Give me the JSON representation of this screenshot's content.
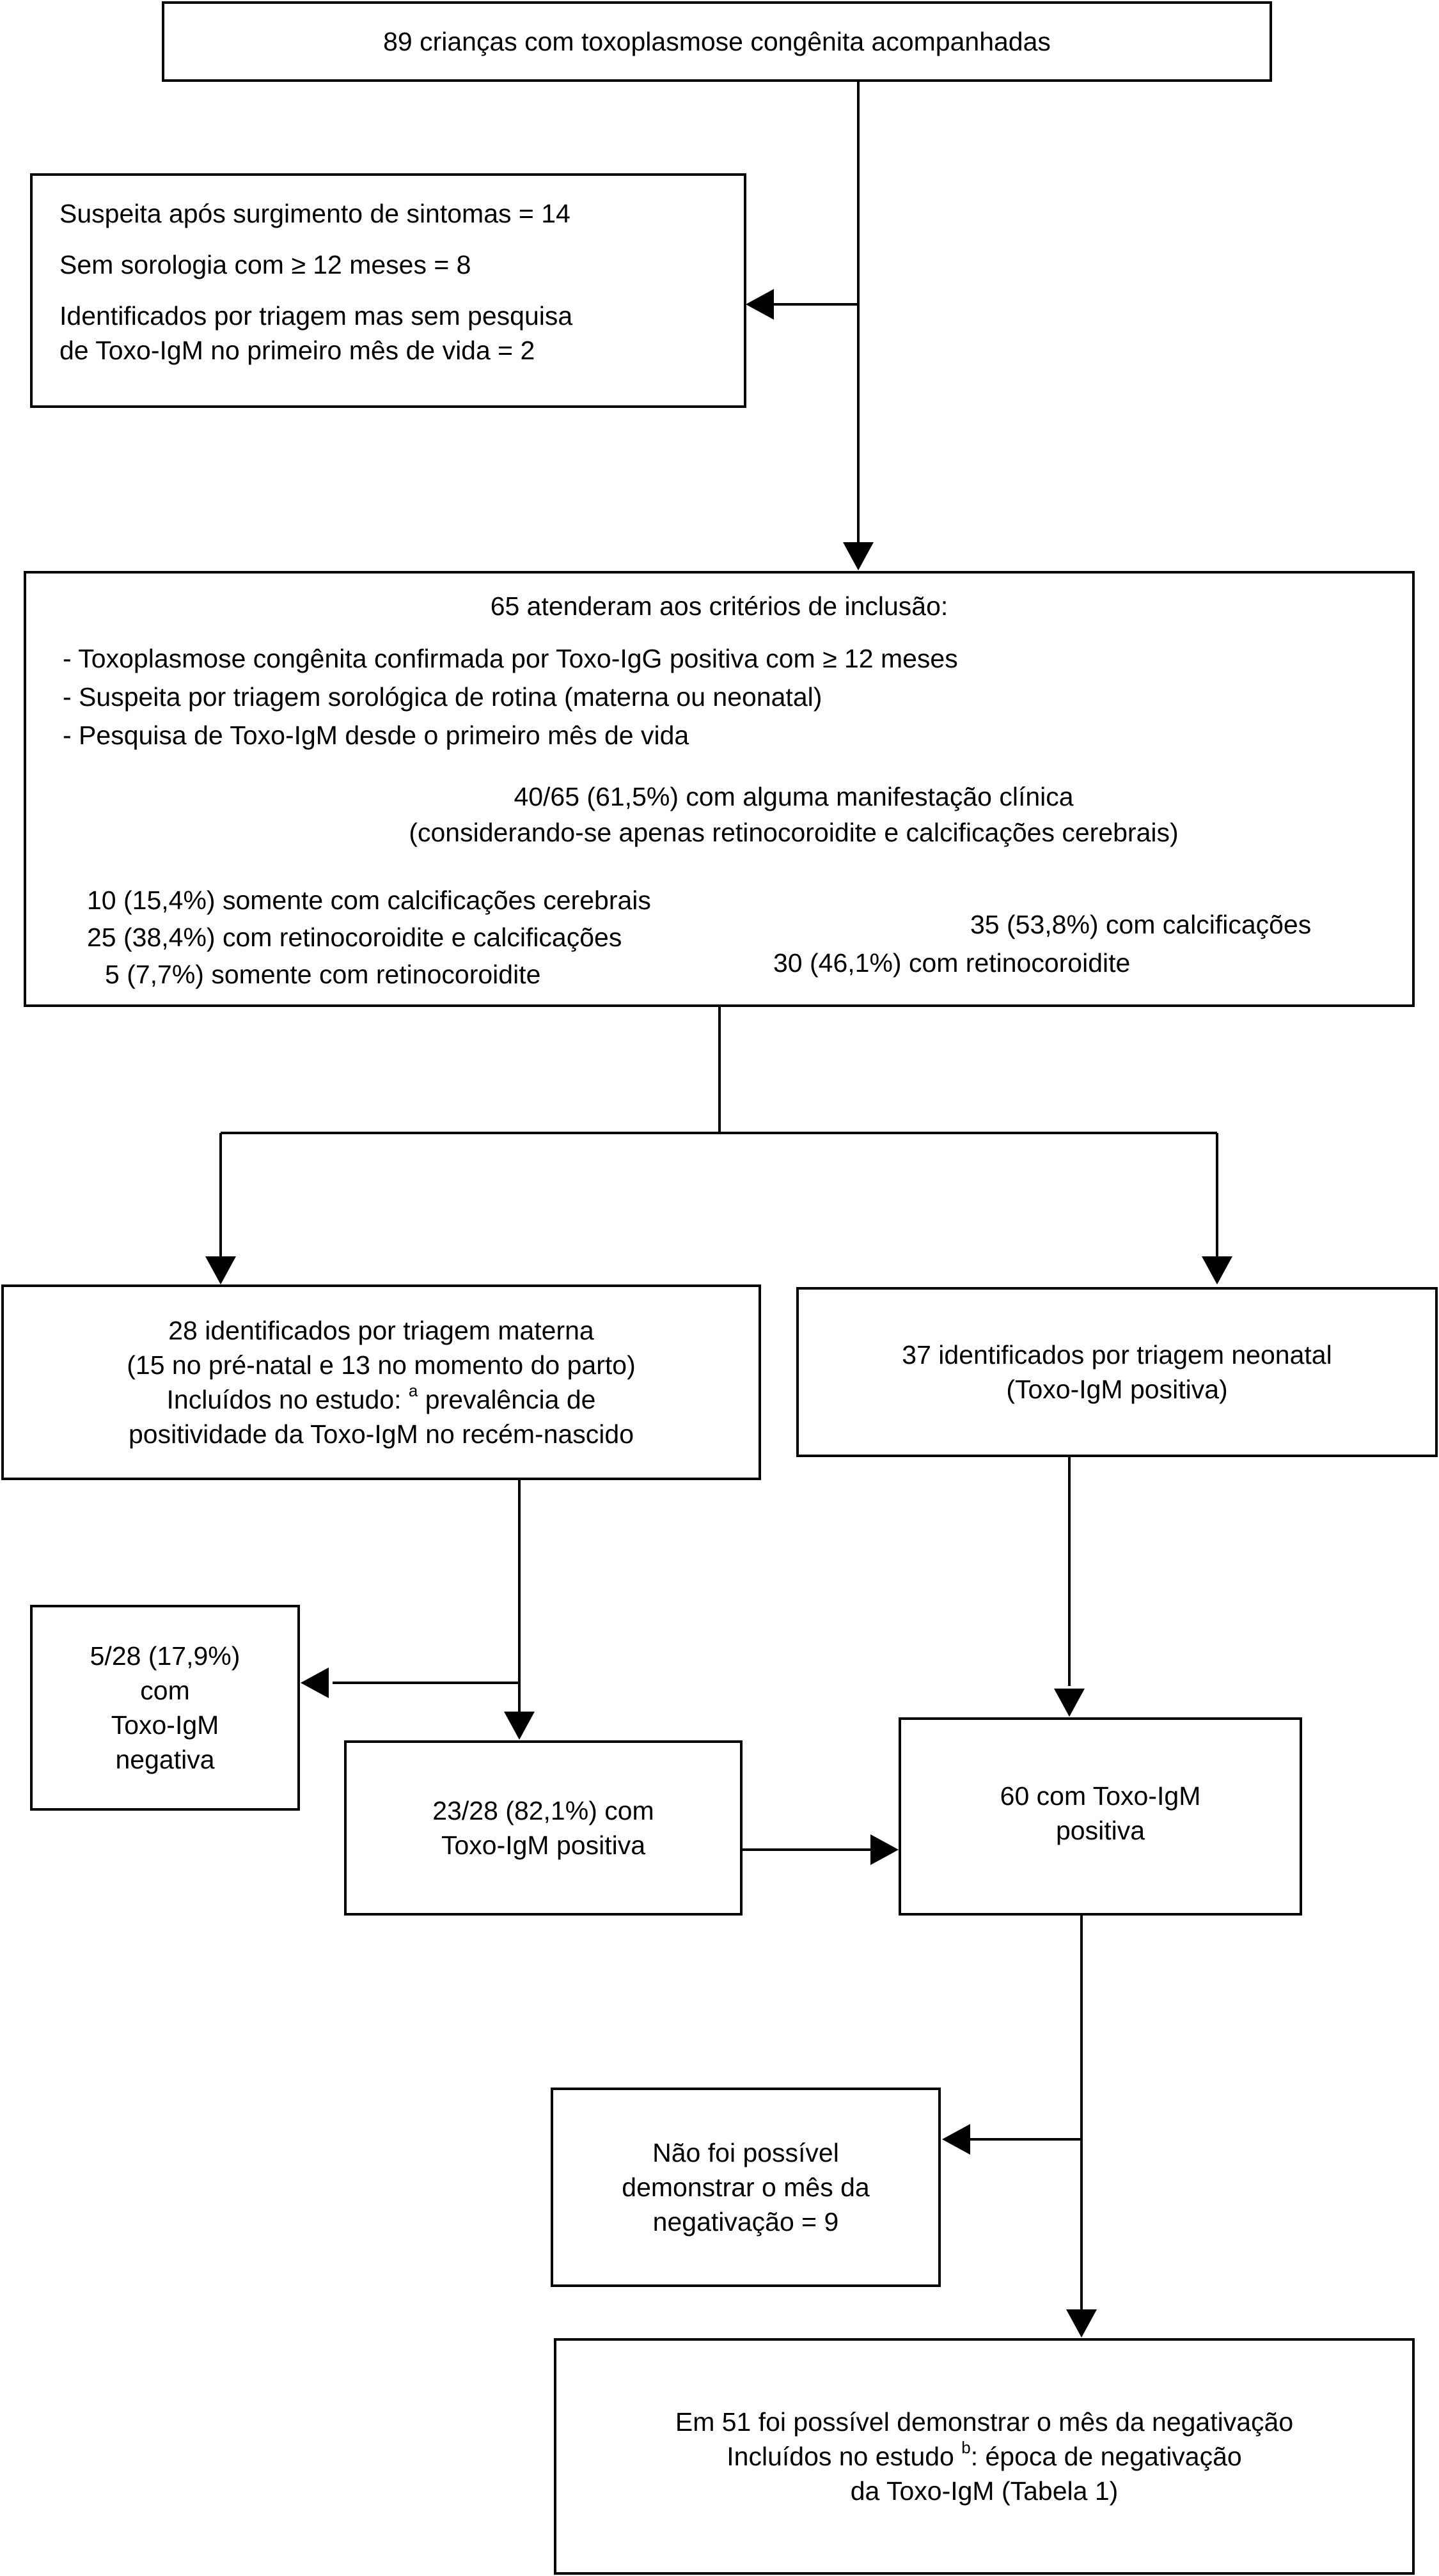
{
  "box_total": "89 crianças com toxoplasmose congênita acompanhadas",
  "box_excluded": {
    "line1": "Suspeita após surgimento de sintomas = 14",
    "line2": "Sem sorologia com ≥ 12 meses = 8",
    "line3a": "Identificados por triagem mas sem pesquisa",
    "line3b": "de Toxo-IgM no primeiro mês de vida = 2"
  },
  "box_inclusion": {
    "title": "65 atenderam aos critérios de inclusão:",
    "criteria": [
      "- Toxoplasmose congênita confirmada por Toxo-IgG positiva com ≥ 12 meses",
      "- Suspeita por triagem sorológica de rotina (materna ou neonatal)",
      "- Pesquisa de Toxo-IgM desde o primeiro mês de vida"
    ],
    "manifest1": "40/65 (61,5%) com alguma manifestação clínica",
    "manifest2": "(considerando-se apenas retinocoroidite e calcificações cerebrais)",
    "item_calc": "10 (15,4%) somente com calcificações cerebrais",
    "item_both": "25 (38,4%) com retinocoroidite e calcificações",
    "item_retino": "5 (7,7%) somente com retinocoroidite",
    "sum_calc": "35 (53,8%) com calcificações",
    "sum_retino": "30 (46,1%) com retinocoroidite"
  },
  "box_maternal": {
    "line1": "28 identificados por triagem materna",
    "line2": "(15 no pré-natal e 13 no momento do parto)",
    "line3a": "Incluídos no estudo: ",
    "line3sup": "a",
    "line3b": " prevalência de",
    "line4": "positividade da Toxo-IgM no recém-nascido"
  },
  "box_neonatal": {
    "line1": "37 identificados por triagem neonatal",
    "line2": "(Toxo-IgM positiva)"
  },
  "box_igm_neg": {
    "line1": "5/28 (17,9%)",
    "line2": "com",
    "line3": "Toxo-IgM",
    "line4": "negativa"
  },
  "box_igm_pos_mat": {
    "line1": "23/28 (82,1%) com",
    "line2": "Toxo-IgM positiva"
  },
  "box_igm_pos_total": {
    "line1": "60 com Toxo-IgM",
    "line2": "positiva"
  },
  "box_no_month": {
    "line1": "Não foi possível",
    "line2": "demonstrar o mês da",
    "line3": "negativação = 9"
  },
  "box_final": {
    "line1": "Em 51 foi possível demonstrar o mês da negativação",
    "line2a": "Incluídos no estudo ",
    "line2sup": "b",
    "line2b": ": época de negativação",
    "line3": "da Toxo-IgM (Tabela 1)"
  },
  "colors": {
    "line": "#000000",
    "brace": "#2f3a8a"
  }
}
